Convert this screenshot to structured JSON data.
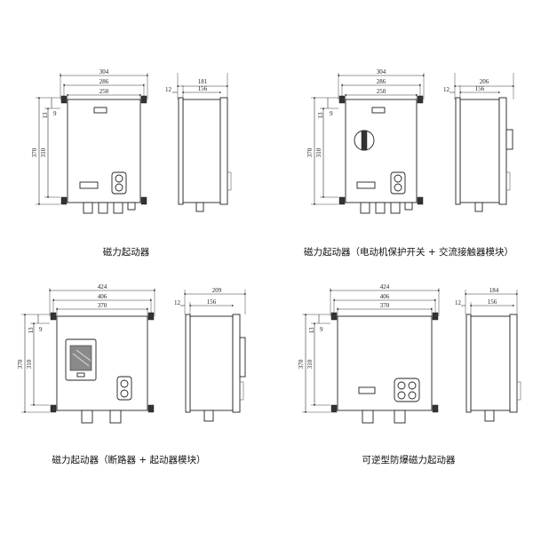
{
  "panels": [
    {
      "caption": "磁力起动器",
      "front": {
        "w_overall": "304",
        "w_mid": "286",
        "w_inner": "250",
        "h_overall": "370",
        "h_inner": "310",
        "top_a": "13",
        "top_b": "9"
      },
      "side": {
        "depth": "181",
        "depth_inner": "156",
        "flange": "12"
      }
    },
    {
      "caption": "磁力起动器（电动机保护开关 + 交流接触器模块）",
      "front": {
        "w_overall": "304",
        "w_mid": "286",
        "w_inner": "250",
        "h_overall": "370",
        "h_inner": "310",
        "top_a": "13",
        "top_b": "9"
      },
      "side": {
        "depth": "206",
        "depth_inner": "156",
        "flange": "12"
      }
    },
    {
      "caption": "磁力起动器（断路器 + 起动器模块）",
      "front": {
        "w_overall": "424",
        "w_mid": "406",
        "w_inner": "370",
        "h_overall": "370",
        "h_inner": "310",
        "top_a": "13",
        "top_b": "9"
      },
      "side": {
        "depth": "209",
        "depth_inner": "156",
        "flange": "12"
      }
    },
    {
      "caption": "可逆型防爆磁力起动器",
      "front": {
        "w_overall": "424",
        "w_mid": "406",
        "w_inner": "370",
        "h_overall": "370",
        "h_inner": "310",
        "top_a": "13",
        "top_b": "9"
      },
      "side": {
        "depth": "184",
        "depth_inner": "156",
        "flange": "12"
      }
    }
  ]
}
